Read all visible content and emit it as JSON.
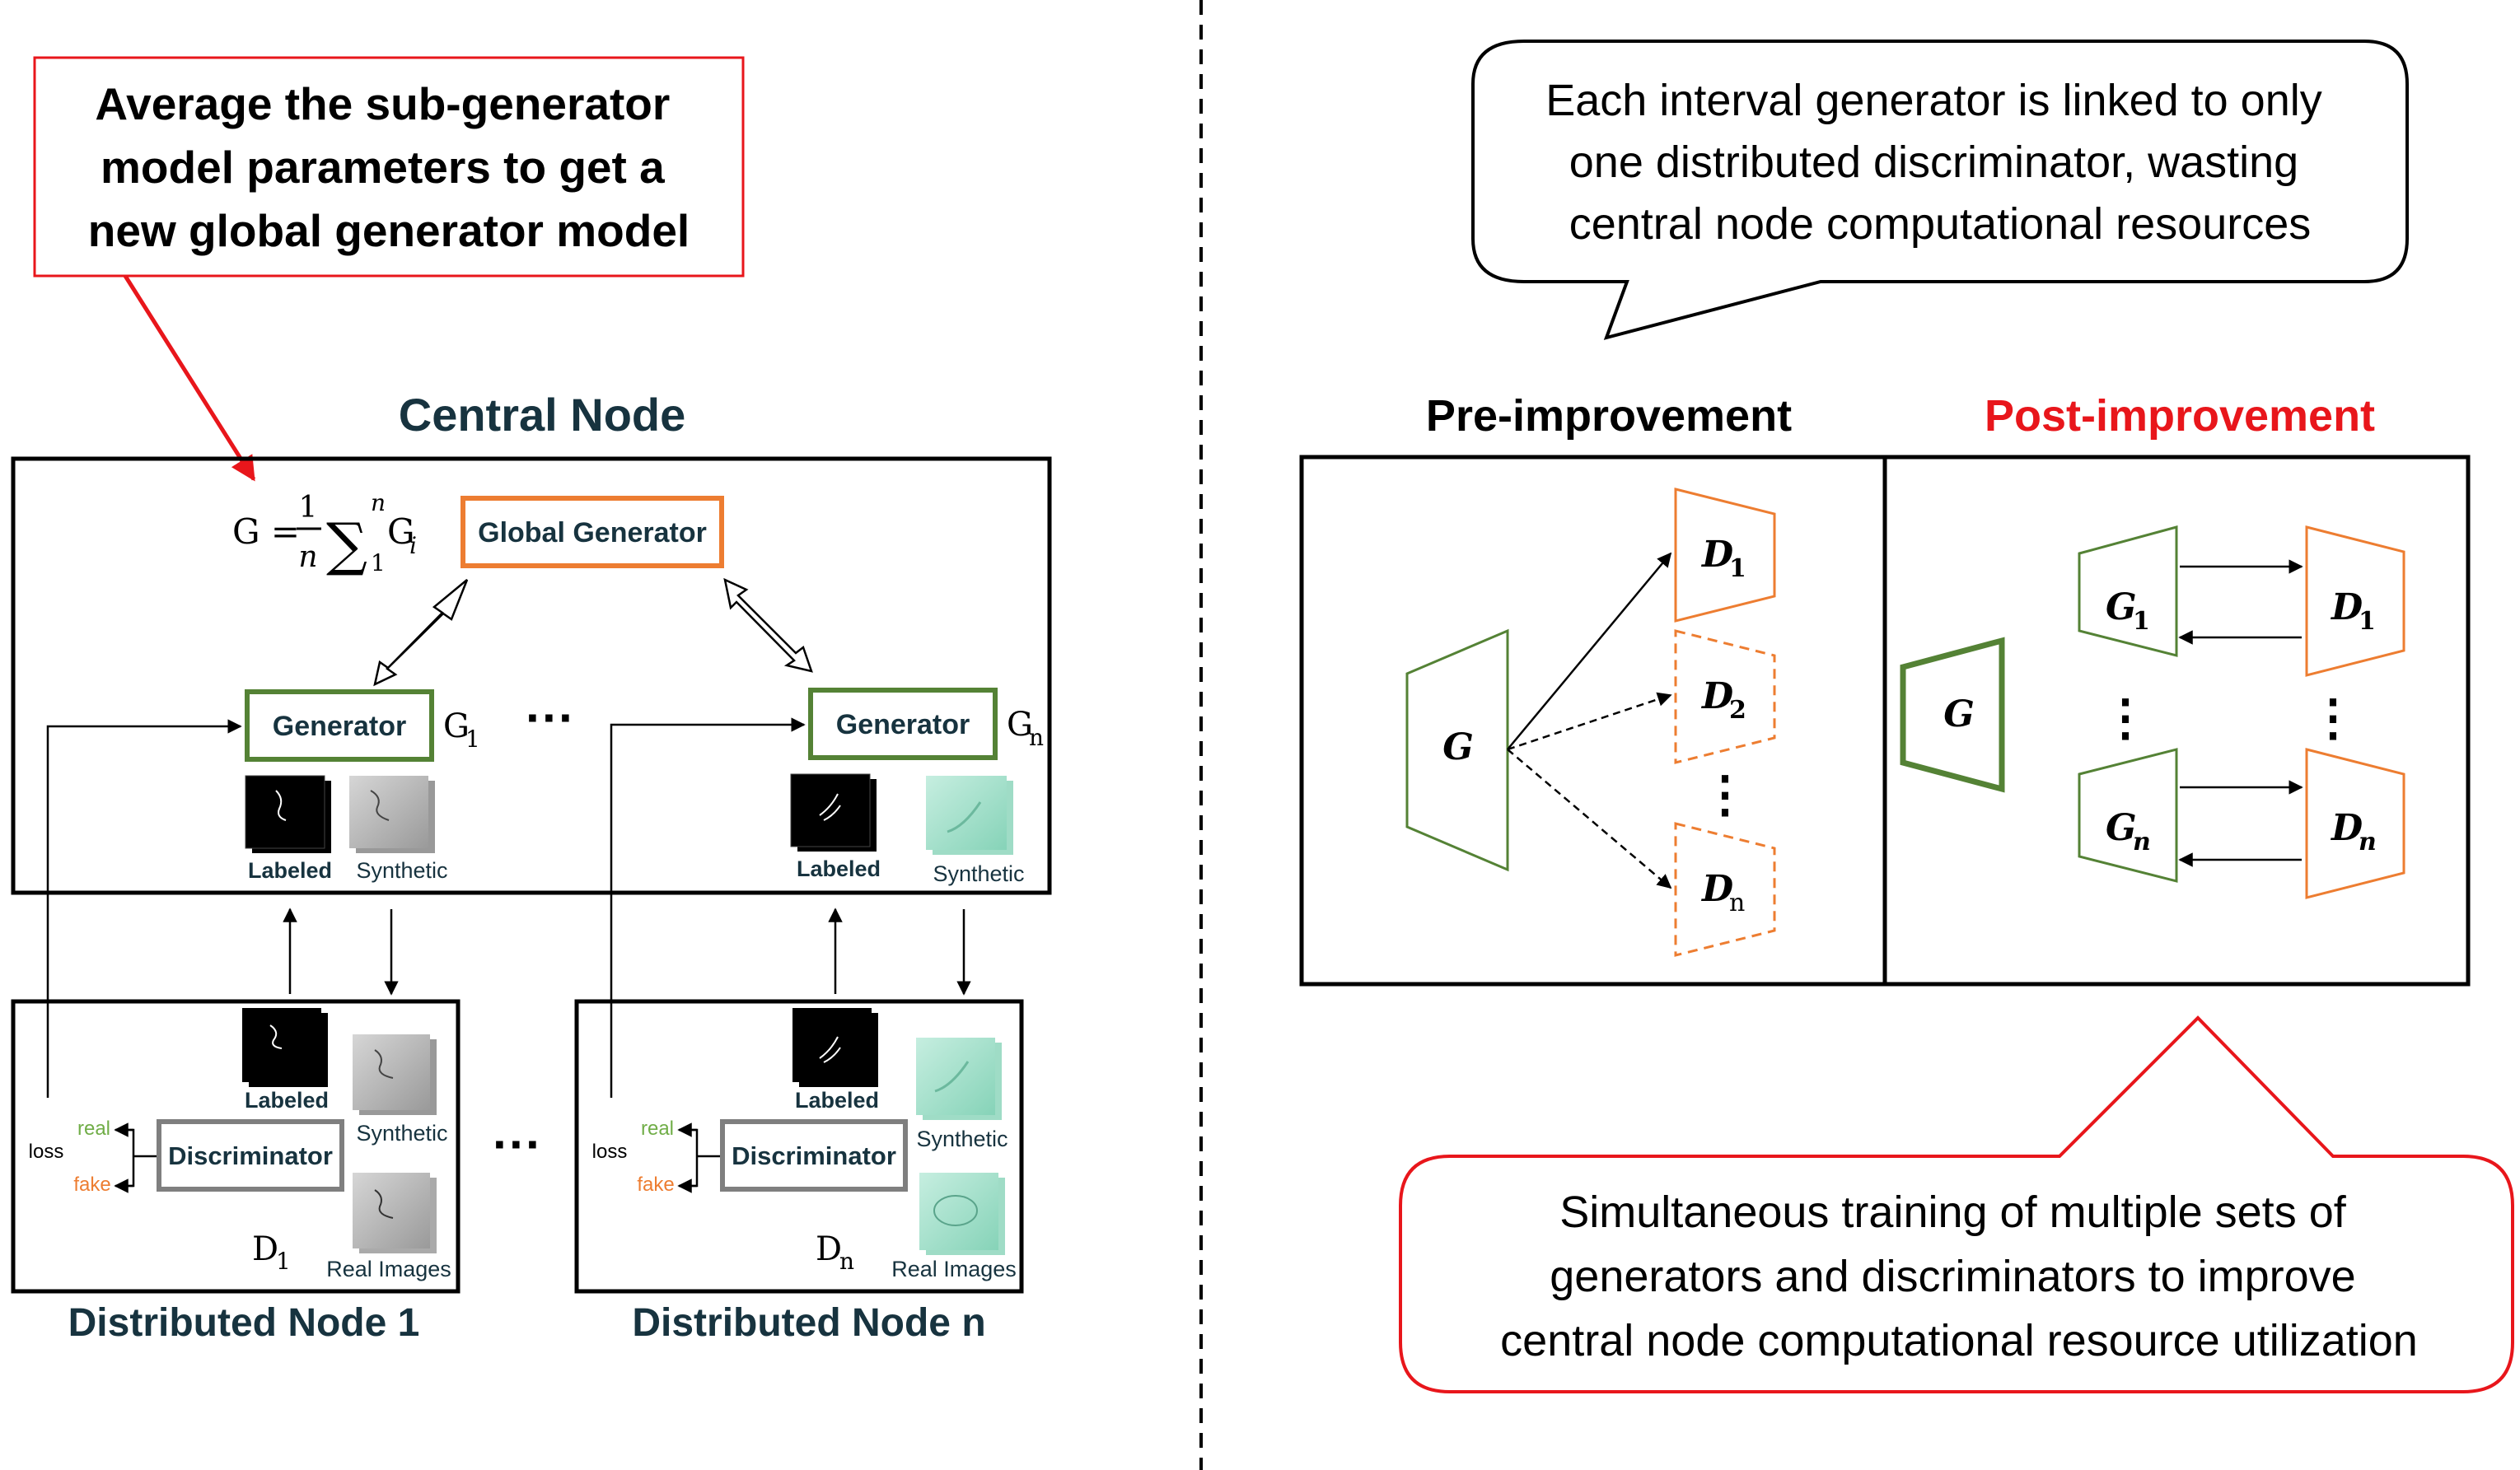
{
  "left_panel": {
    "callout_text": [
      "Average the sub-generator",
      "model parameters to get a",
      "new global generator model"
    ],
    "central_node_title": "Central Node",
    "formula": {
      "lhs": "G =",
      "num": "1",
      "den": "n",
      "sum": "∑",
      "upper": "n",
      "lower": "1",
      "term": "G",
      "term_sub": "i"
    },
    "global_generator_label": "Global Generator",
    "generator_1_label": "Generator",
    "generator_n_label": "Generator",
    "g1_symbol": "G",
    "g1_sub": "1",
    "gn_symbol": "G",
    "gn_sub": "n",
    "ellipsis": "···",
    "central_labeled_1": "Labeled",
    "central_synthetic_1": "Synthetic",
    "central_labeled_n": "Labeled",
    "central_synthetic_n": "Synthetic",
    "node1": {
      "title": "Distributed Node 1",
      "labeled": "Labeled",
      "synthetic": "Synthetic",
      "real_images": "Real Images",
      "discriminator": "Discriminator",
      "real": "real",
      "fake": "fake",
      "loss": "loss",
      "d_symbol": "D",
      "d_sub": "1"
    },
    "noden": {
      "title": "Distributed Node n",
      "labeled": "Labeled",
      "synthetic": "Synthetic",
      "real_images": "Real Images",
      "discriminator": "Discriminator",
      "real": "real",
      "fake": "fake",
      "loss": "loss",
      "d_symbol": "D",
      "d_sub": "n"
    }
  },
  "right_panel": {
    "speech_bubble_text": [
      "Each interval generator is linked to only",
      "one distributed discriminator, wasting",
      "central node computational resources"
    ],
    "pre_title": "Pre-improvement",
    "post_title": "Post-improvement",
    "pre": {
      "g": "G",
      "d1": "D",
      "d1_sub": "1",
      "d2": "D",
      "d2_sub": "2",
      "dn": "D",
      "dn_sub": "n",
      "vdots": "⋮"
    },
    "post": {
      "g": "G",
      "g1": "G",
      "g1_sub": "1",
      "gn": "G",
      "gn_sub": "n",
      "d1": "D",
      "d1_sub": "1",
      "dn": "D",
      "dn_sub": "n",
      "vdots": "⋮"
    },
    "bottom_callout_text": [
      "Simultaneous training of multiple sets of",
      "generators and discriminators to improve",
      "central node computational resource utilization"
    ]
  },
  "colors": {
    "red": "#e8161b",
    "green": "#548235",
    "orange": "#ed7d31",
    "navy": "#17333f",
    "gray": "#7f7f7f",
    "teal": "#a8e0cc"
  }
}
